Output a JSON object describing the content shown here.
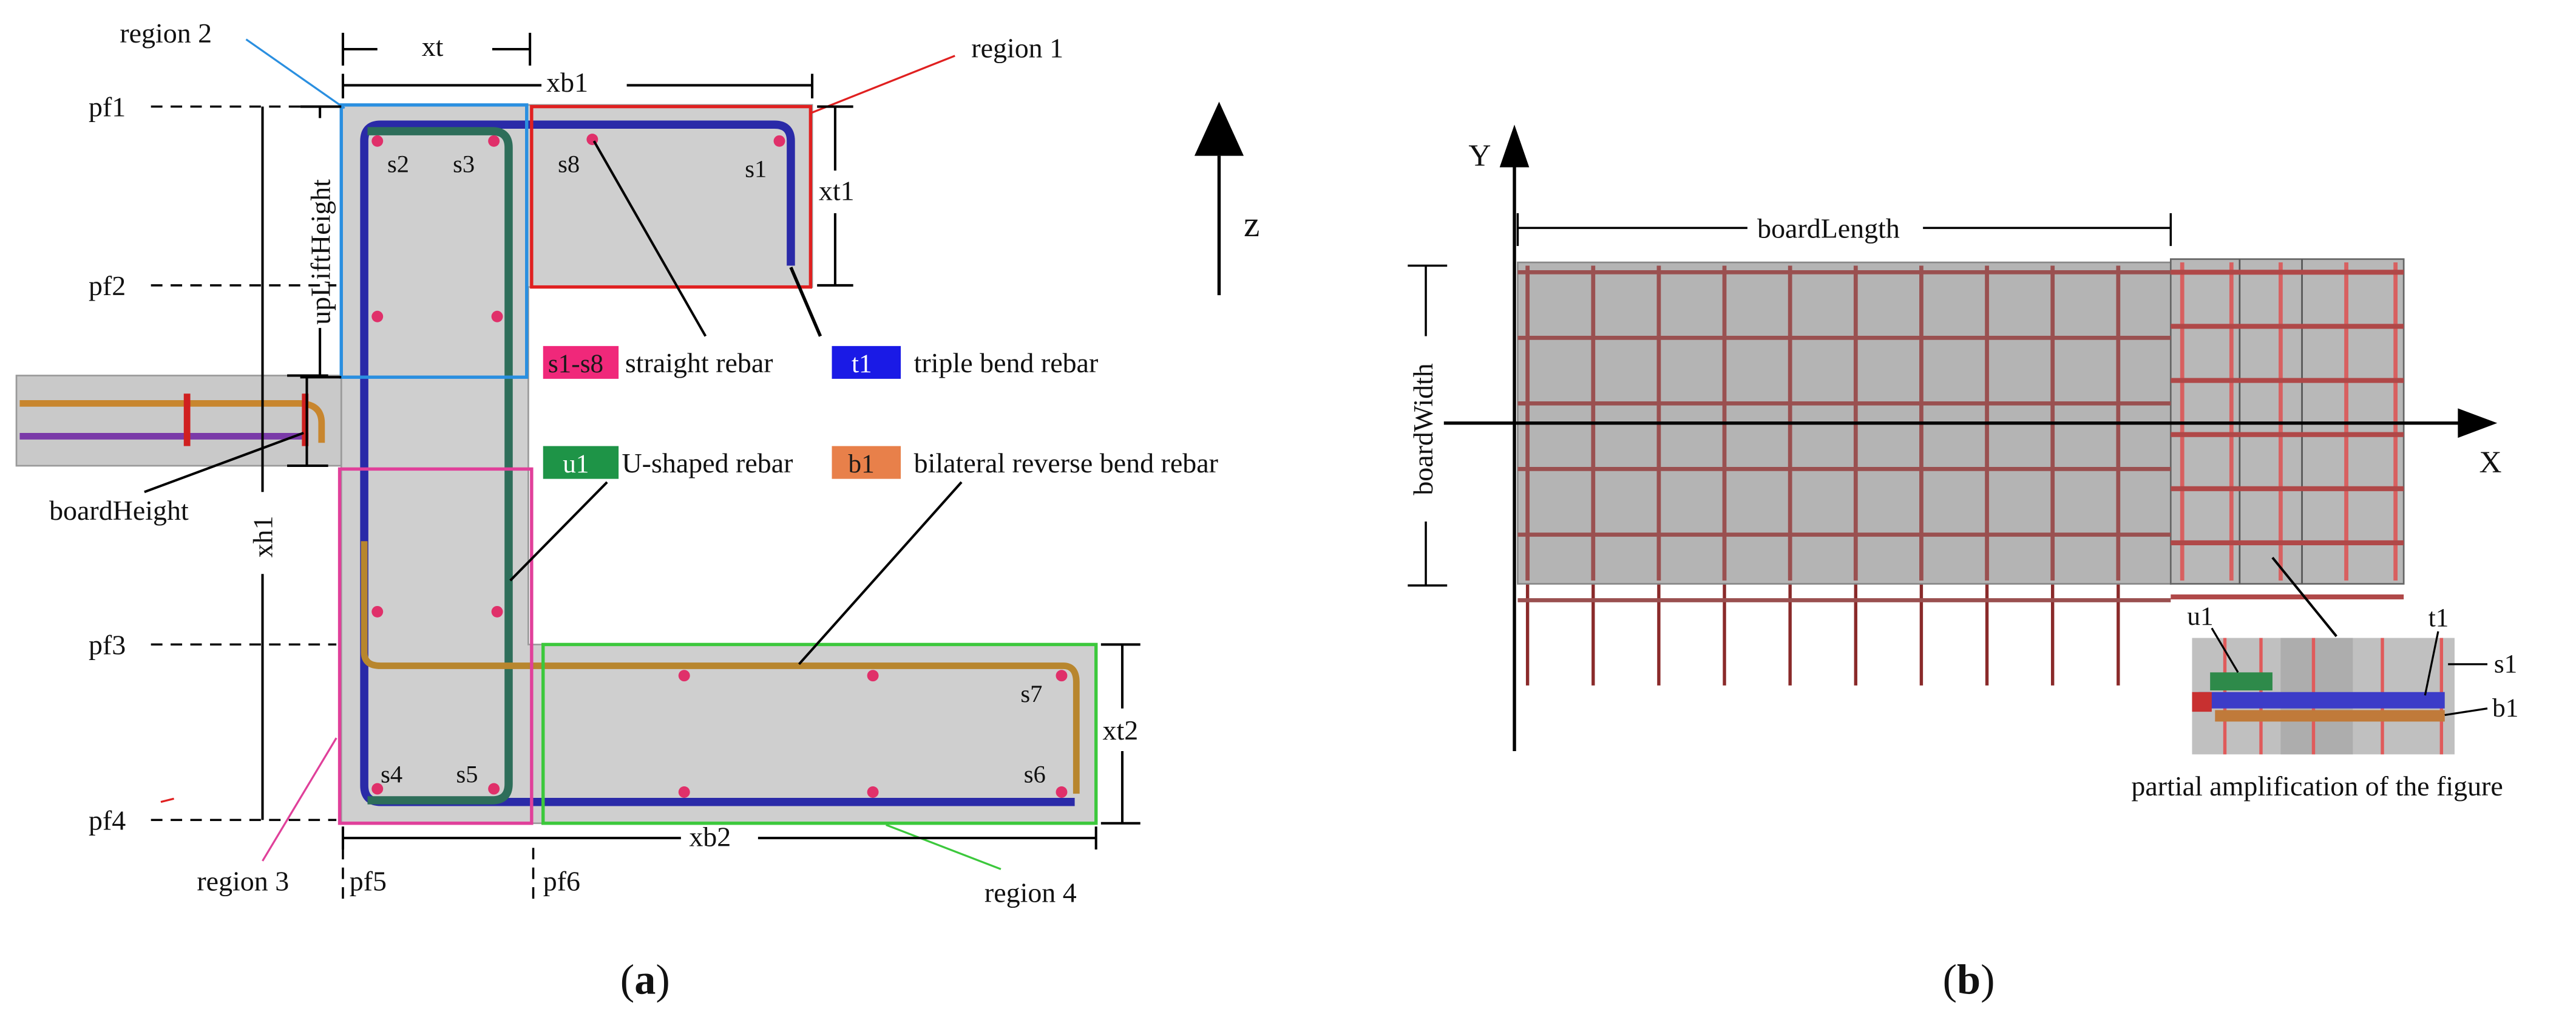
{
  "panel_a": {
    "caption": "(a)",
    "caption_letter": "a",
    "region_labels": [
      "region 1",
      "region 2",
      "region 3",
      "region 4"
    ],
    "dimensions": {
      "xt": "xt",
      "xb1": "xb1",
      "xt1": "xt1",
      "xt2": "xt2",
      "xb2": "xb2",
      "xh1": "xh1",
      "uplift_height": "upLiftHeight",
      "board_height": "boardHeight"
    },
    "position_lines": [
      "pf1",
      "pf2",
      "pf3",
      "pf4",
      "pf5",
      "pf6"
    ],
    "rebar_points": [
      "s1",
      "s2",
      "s3",
      "s4",
      "s5",
      "s6",
      "s7",
      "s8"
    ],
    "axis_label": "z",
    "legend": [
      {
        "tag": "s1-s8",
        "text": "straight rebar",
        "color": "#f0287a"
      },
      {
        "tag": "t1",
        "text": "triple bend rebar",
        "color": "#1a1ae6"
      },
      {
        "tag": "u1",
        "text": "U-shaped rebar",
        "color": "#1e9447"
      },
      {
        "tag": "b1",
        "text": "bilateral reverse bend rebar",
        "color": "#e8804a"
      }
    ]
  },
  "panel_b": {
    "caption": "(b)",
    "caption_letter": "b",
    "axis_x": "X",
    "axis_y": "Y",
    "board_length": "boardLength",
    "board_width": "boardWidth",
    "inset_labels": [
      "u1",
      "t1",
      "s1",
      "b1"
    ],
    "inset_caption": "partial amplification of the figure"
  },
  "colors": {
    "concrete": "#cfcfcf",
    "region1": "#e02020",
    "region2": "#2a8fe0",
    "region3": "#e0409a",
    "region4": "#3cc83c",
    "stirrup_blue": "#2a2aa8",
    "u_green": "#2e6e5a",
    "b_orange": "#b8862e",
    "rebar_dot": "#e0306a",
    "mesh": "#9a5050"
  }
}
